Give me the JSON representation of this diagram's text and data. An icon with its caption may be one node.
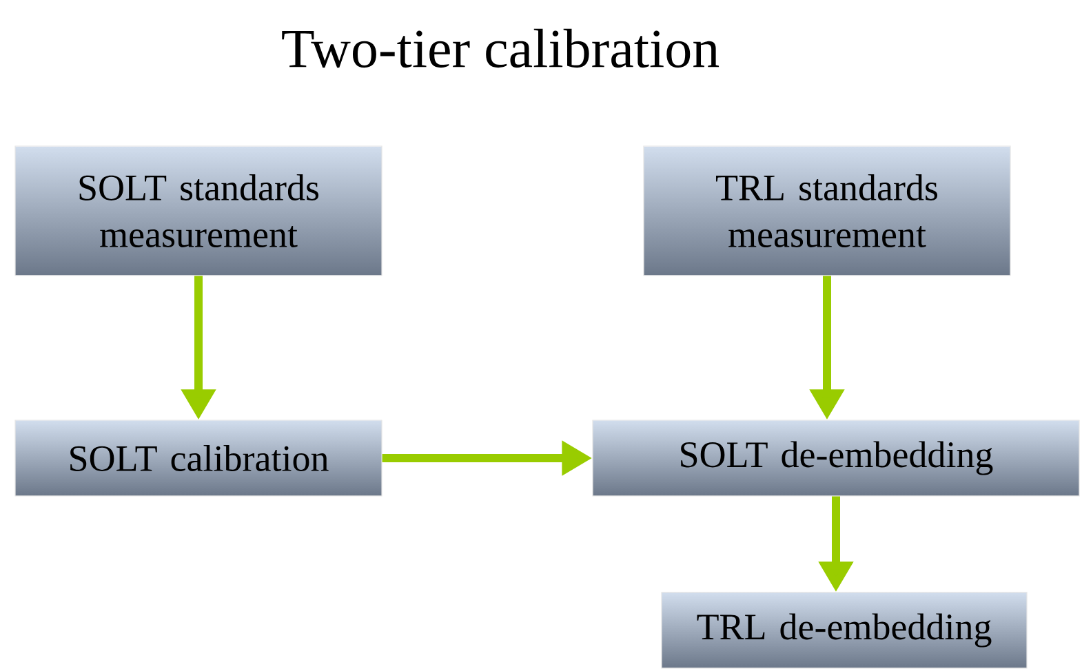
{
  "diagram": {
    "title": "Two-tier calibration",
    "nodes": [
      {
        "text": [
          "SOLT standards measurement"
        ]
      },
      {
        "text": [
          "TRL standards measurement"
        ]
      },
      {
        "text": [
          "SOLT calibration"
        ]
      },
      {
        "text": [
          "SOLT de-embedding"
        ]
      },
      {
        "text": [
          "TRL de-embedding"
        ]
      }
    ],
    "edges": [
      {
        "from": 0,
        "to": 2,
        "arrow": "to"
      },
      {
        "from": 2,
        "to": 3,
        "arrow": "to"
      },
      {
        "from": 1,
        "to": 3,
        "arrow": "to"
      },
      {
        "from": 3,
        "to": 4,
        "arrow": "to"
      }
    ]
  }
}
